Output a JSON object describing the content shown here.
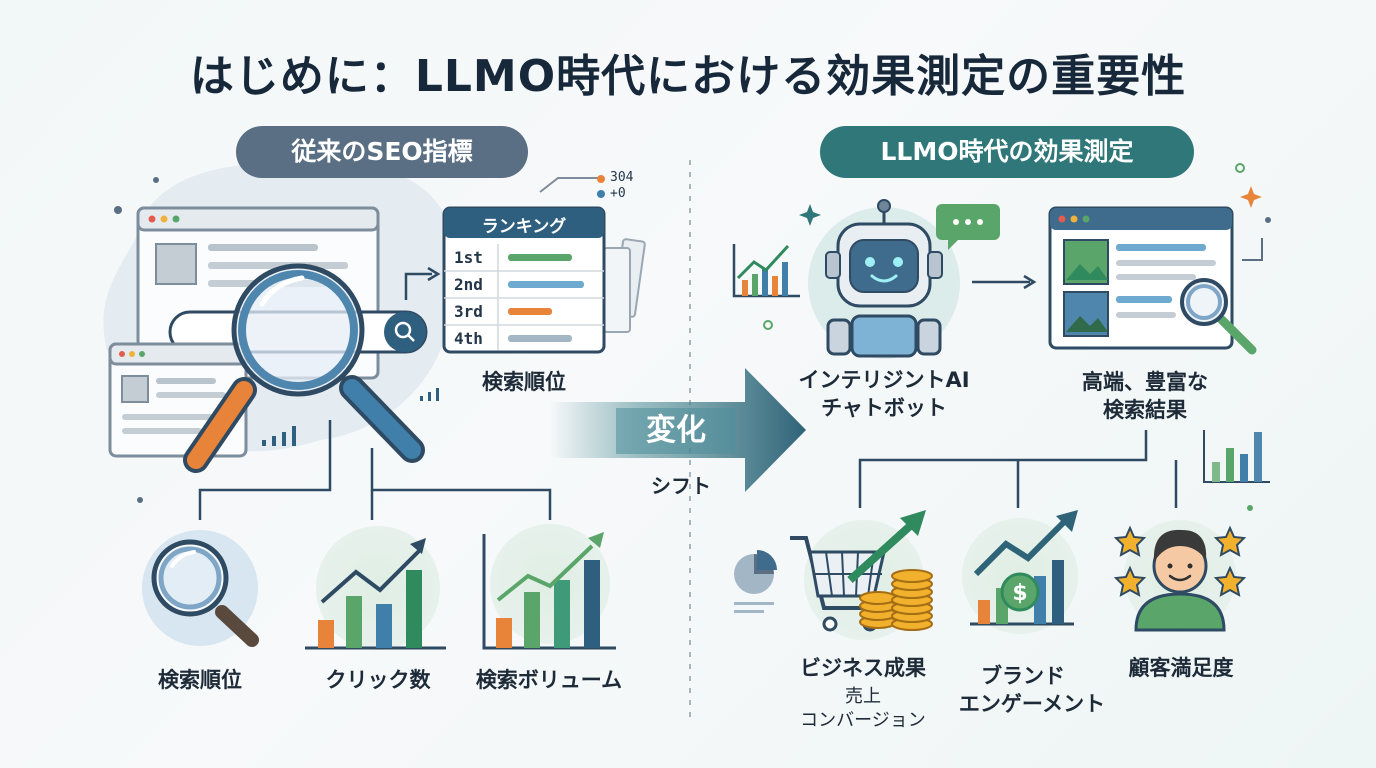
{
  "title": "はじめに：LLMO時代における効果測定の重要性",
  "left_section": {
    "heading": "従来のSEO指標",
    "ranking_card": {
      "title": "ランキング",
      "rows": [
        "1st",
        "2nd",
        "3rd",
        "4th"
      ],
      "caption": "検索順位"
    },
    "legend_values": [
      "304",
      "+0"
    ],
    "metrics": [
      "検索順位",
      "クリック数",
      "検索ボリューム"
    ]
  },
  "shift": {
    "main": "変化",
    "sub": "シフト"
  },
  "right_section": {
    "heading": "LLMO時代の効果測定",
    "chatbot_label": [
      "インテリジントAI",
      "チャトボット"
    ],
    "result_label": [
      "高端、豊富な",
      "検索結果"
    ],
    "outcomes": [
      {
        "label": "ビジネス成果",
        "sub": [
          "売上",
          "コンバージョン"
        ]
      },
      {
        "label": "ブランド",
        "sub": [
          "エンゲーメント"
        ]
      },
      {
        "label": "顧客満足度",
        "sub": []
      }
    ]
  },
  "colors": {
    "navy": "#17283a",
    "slate": "#5a6f83",
    "teal": "#2f7778",
    "blue": "#3f7fa9",
    "green": "#5aa66a",
    "orange": "#e8833a",
    "gold": "#f1b12c"
  }
}
